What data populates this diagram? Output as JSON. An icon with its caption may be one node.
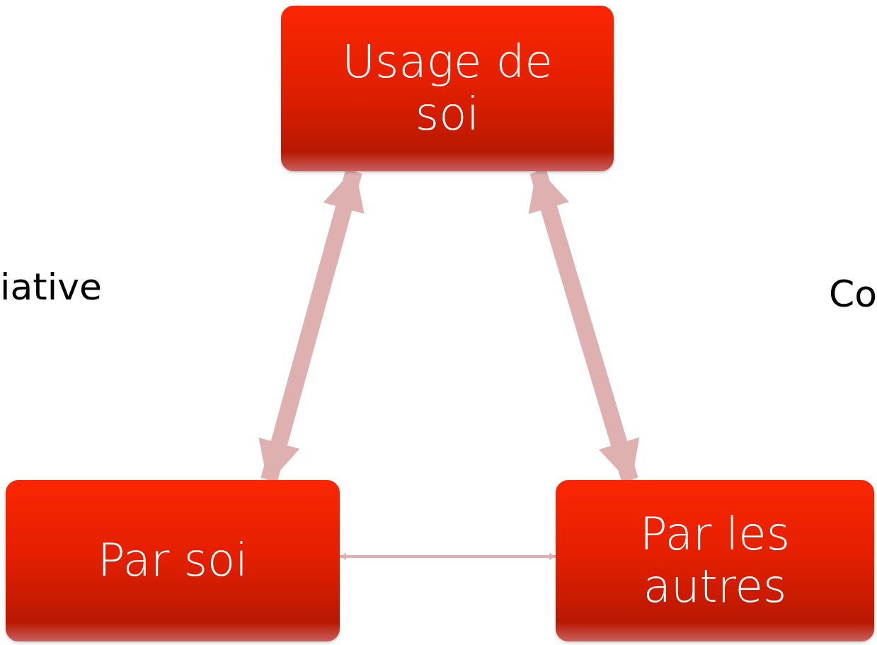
{
  "diagram": {
    "nodes": [
      {
        "text": [
          "Usage de soi"
        ]
      },
      {
        "text": [
          "Par soi"
        ]
      },
      {
        "text": [
          "Par les autres"
        ]
      }
    ],
    "edges": [
      {
        "from": 0,
        "to": 1,
        "arrow": "both"
      },
      {
        "from": 0,
        "to": 2,
        "arrow": "both"
      },
      {
        "from": 1,
        "to": 2,
        "arrow": "both"
      }
    ],
    "labels": [
      "iative",
      "Co"
    ]
  }
}
